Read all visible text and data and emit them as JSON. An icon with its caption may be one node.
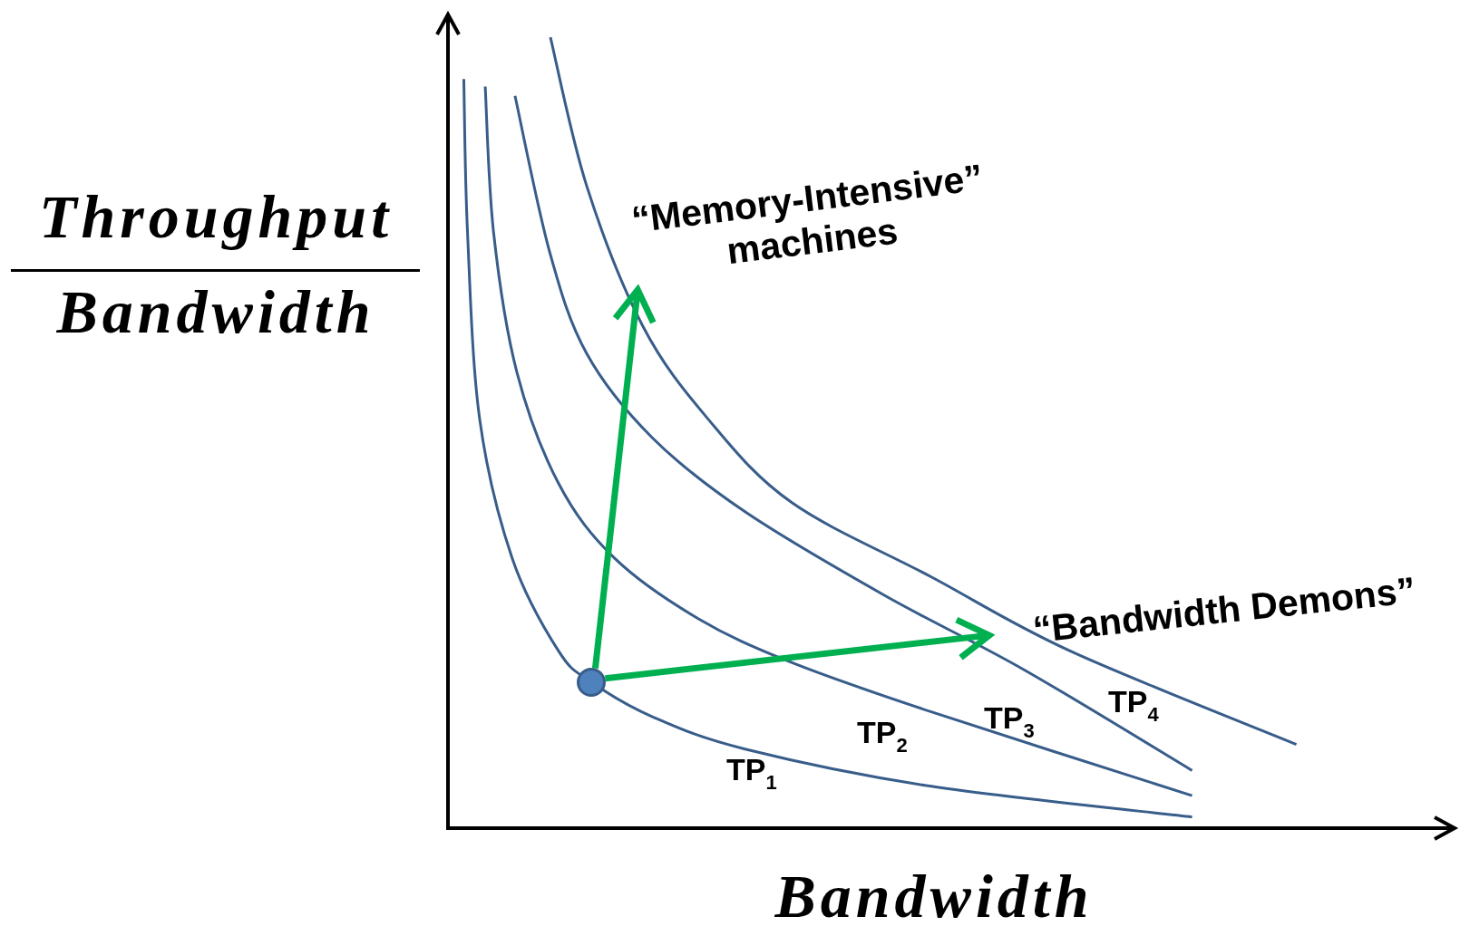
{
  "diagram": {
    "nodes": [
      {
        "text": [],
        "shape": "circle"
      },
      {
        "text": [
          "“Memory-Intensive” machines"
        ]
      },
      {
        "text": [
          "“Bandwidth Demons”"
        ]
      }
    ],
    "edges": [
      {
        "from": 0,
        "to": 1,
        "arrow": "to"
      },
      {
        "from": 0,
        "to": 2,
        "arrow": "to"
      }
    ],
    "labels": [
      "Throughput",
      "Bandwidth",
      "TP$_{4}$",
      "TP$_{3}$",
      "TP$_{2}$",
      "TP$_{1}$",
      "Bandwidth"
    ]
  }
}
